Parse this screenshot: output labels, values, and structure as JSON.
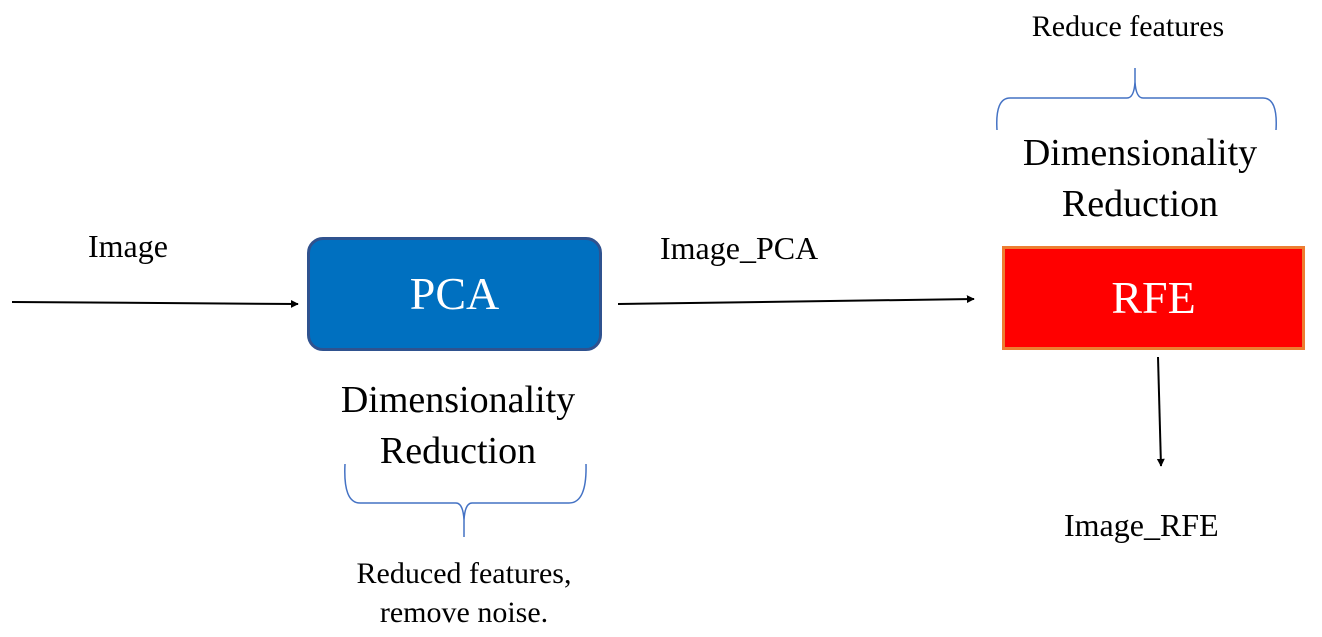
{
  "nodes": {
    "pca": {
      "label": "PCA",
      "fill": "#0070C0",
      "border": "#2F528F"
    },
    "rfe": {
      "label": "RFE",
      "fill": "#FF0000",
      "border": "#ED7D31"
    }
  },
  "edges": {
    "input": {
      "label": "Image"
    },
    "pca_to_rfe": {
      "label": "Image_PCA"
    },
    "rfe_output": {
      "label": "Image_RFE"
    }
  },
  "annotations": {
    "pca": {
      "title_line1": "Dimensionality",
      "title_line2": "Reduction",
      "note_line1": "Reduced features,",
      "note_line2": "remove noise."
    },
    "rfe": {
      "title_line1": "Dimensionality",
      "title_line2": "Reduction",
      "note": "Reduce features"
    }
  },
  "colors": {
    "arrow": "#000000",
    "brace": "#4472C4"
  }
}
